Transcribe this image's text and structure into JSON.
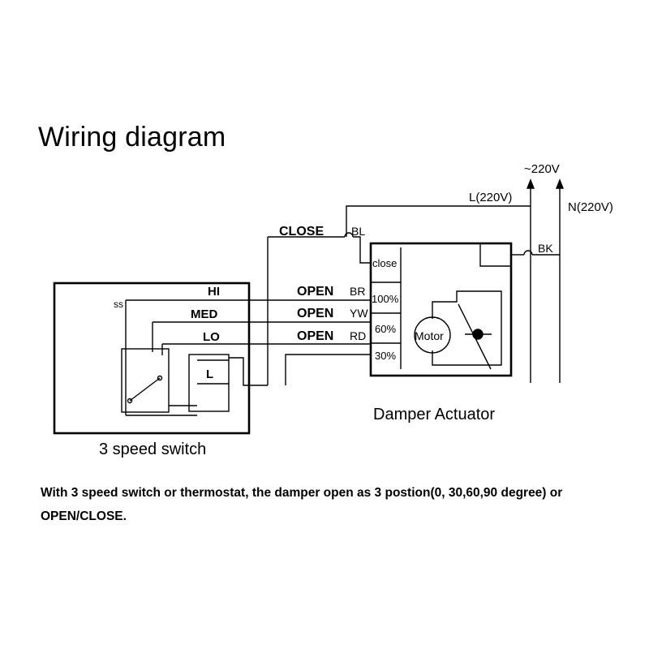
{
  "title": "Wiring diagram",
  "supply": {
    "voltage": "~220V",
    "live": "L(220V)",
    "neutral": "N(220V)"
  },
  "wires": {
    "close_label": "CLOSE",
    "close_color": "BL",
    "open_label": "OPEN",
    "hi_color": "BR",
    "med_color": "YW",
    "lo_color": "RD",
    "live_color": "BK"
  },
  "switch": {
    "caption": "3 speed switch",
    "ss": "ss",
    "hi": "HI",
    "med": "MED",
    "lo": "LO",
    "l": "L"
  },
  "actuator": {
    "caption": "Damper Actuator",
    "positions": [
      "close",
      "100%",
      "60%",
      "30%"
    ],
    "motor": "Motor"
  },
  "note": "With 3 speed switch or thermostat, the damper open as 3 postion(0, 30,60,90 degree) or OPEN/CLOSE."
}
